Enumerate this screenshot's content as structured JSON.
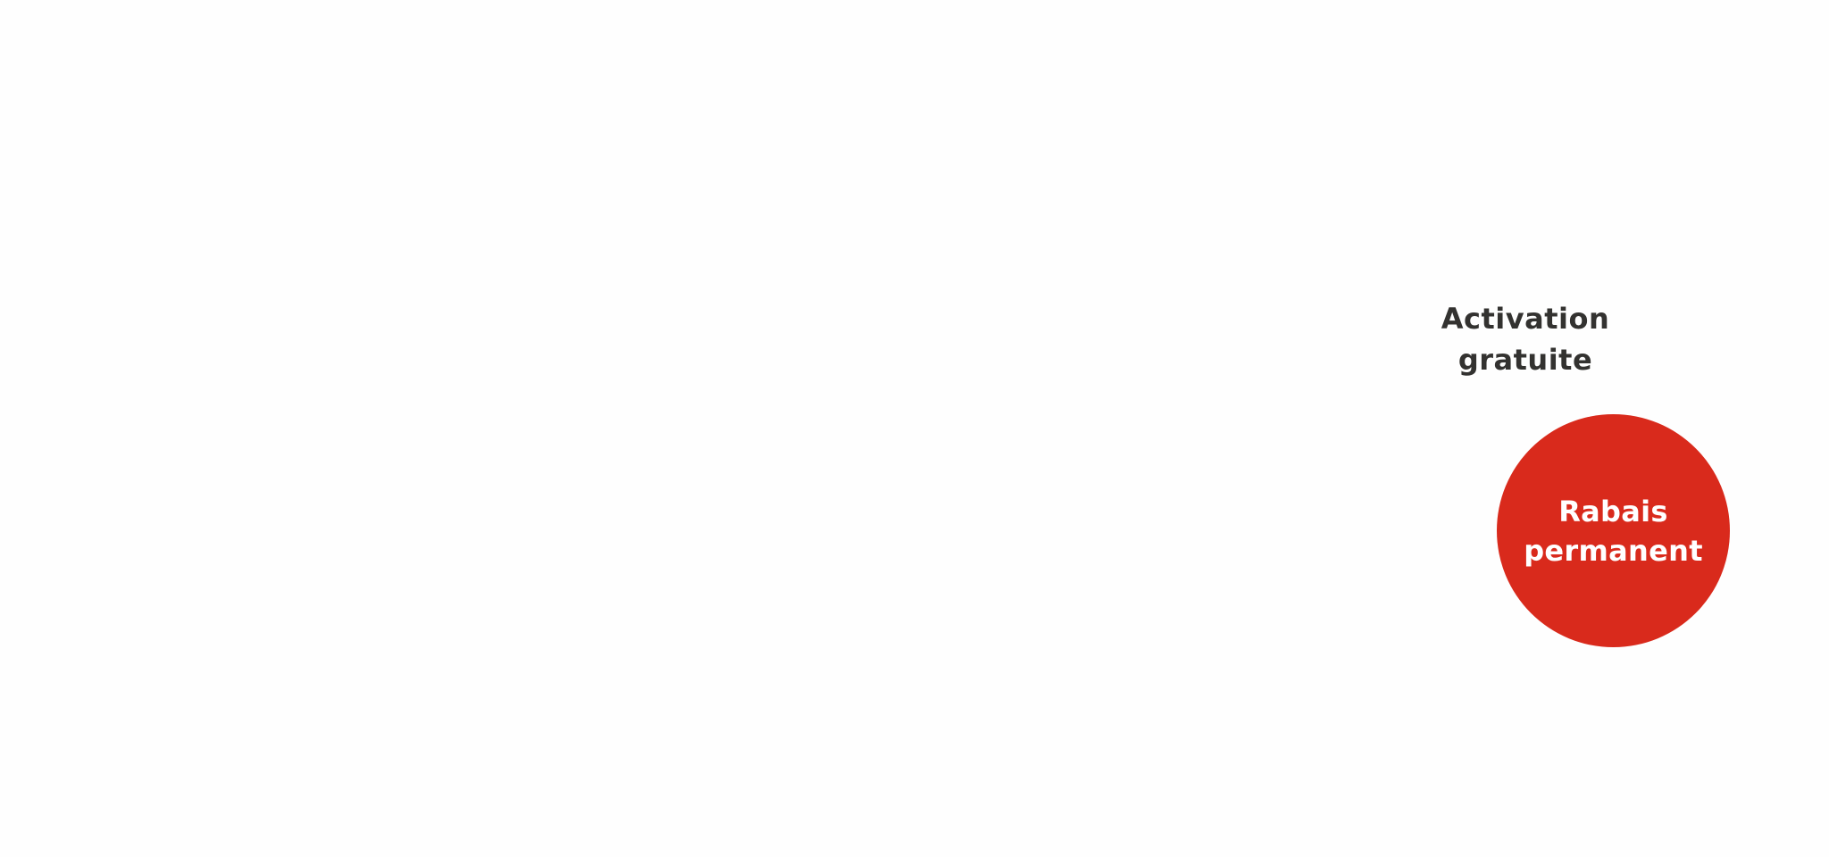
{
  "activation": {
    "line1": "Activation",
    "line2": "gratuite"
  },
  "badge": {
    "line1": "Rabais",
    "line2": "permanent",
    "color": "#d92a1c"
  }
}
